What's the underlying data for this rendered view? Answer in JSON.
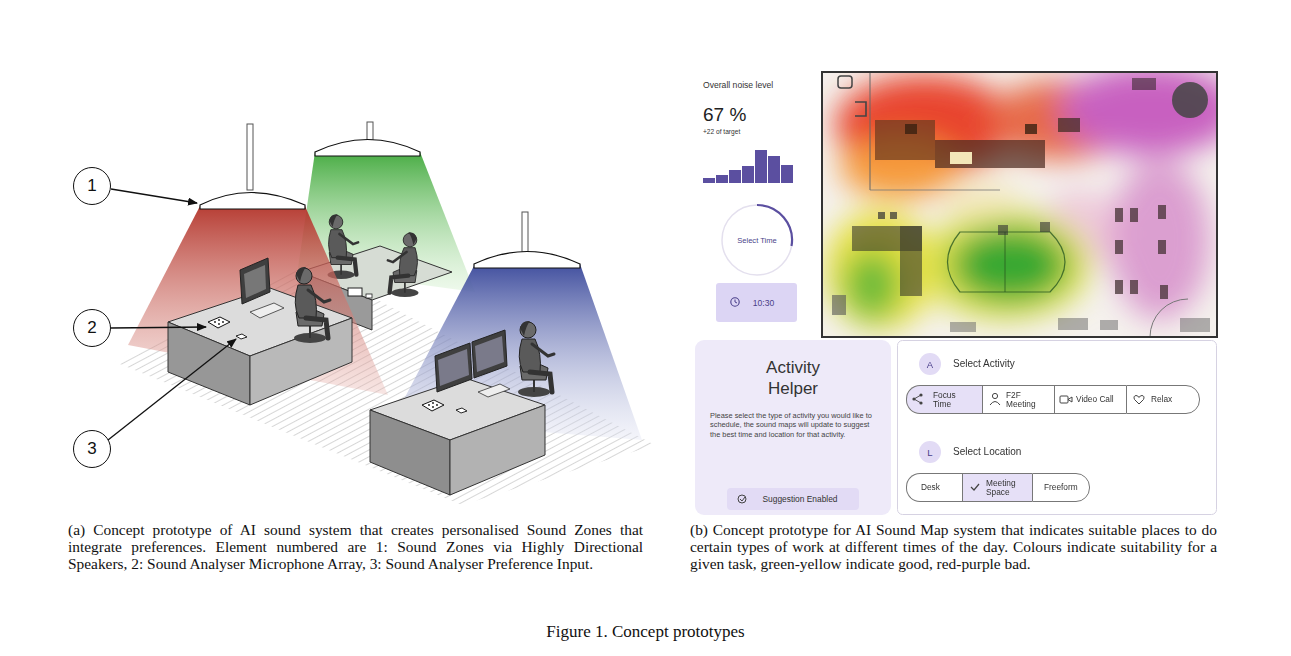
{
  "diagram": {
    "caption": "Figure 1. Concept prototypes",
    "nodes": [
      {
        "text": [
          "1"
        ]
      },
      {
        "text": [
          "2"
        ]
      },
      {
        "text": [
          "3"
        ]
      },
      {
        "text": [
          "Select Time"
        ]
      },
      {
        "text": [
          "10:30"
        ]
      },
      {
        "text": [
          "Activity Helper",
          "Please select the type of activity you would like to schedule, the sound maps will update to suggest the best time and location for that activity."
        ]
      },
      {
        "text": [
          "Suggestion Enabled"
        ],
        "in": 5
      },
      {
        "text": [
          "A"
        ]
      },
      {
        "text": [
          "Focus Time"
        ]
      },
      {
        "text": [
          "F2F Meeting"
        ]
      },
      {
        "text": [
          "Video Call"
        ]
      },
      {
        "text": [
          "Relax"
        ]
      },
      {
        "text": [
          "L"
        ]
      },
      {
        "text": [
          "Desk"
        ]
      },
      {
        "text": [
          "Meeting Space"
        ]
      },
      {
        "text": [
          "Freeform"
        ]
      }
    ],
    "labels": [
      "Overall noise level",
      "67 %",
      "+22 of target",
      "Select Activity",
      "Select Location",
      "(a) Concept prototype of AI sound system that creates personalised Sound Zones that integrate preferences. Element numbered are 1: Sound Zones via Highly Directional Speakers, 2: Sound Analyser Microphone Array, 3: Sound Analyser Preference Input.",
      "(b) Concept prototype for AI Sound Map system that indicates suitable places to do certain types of work at different times of the day. Colours indicate suitability for a given task, green-yellow indicate good, red-purple bad."
    ]
  }
}
